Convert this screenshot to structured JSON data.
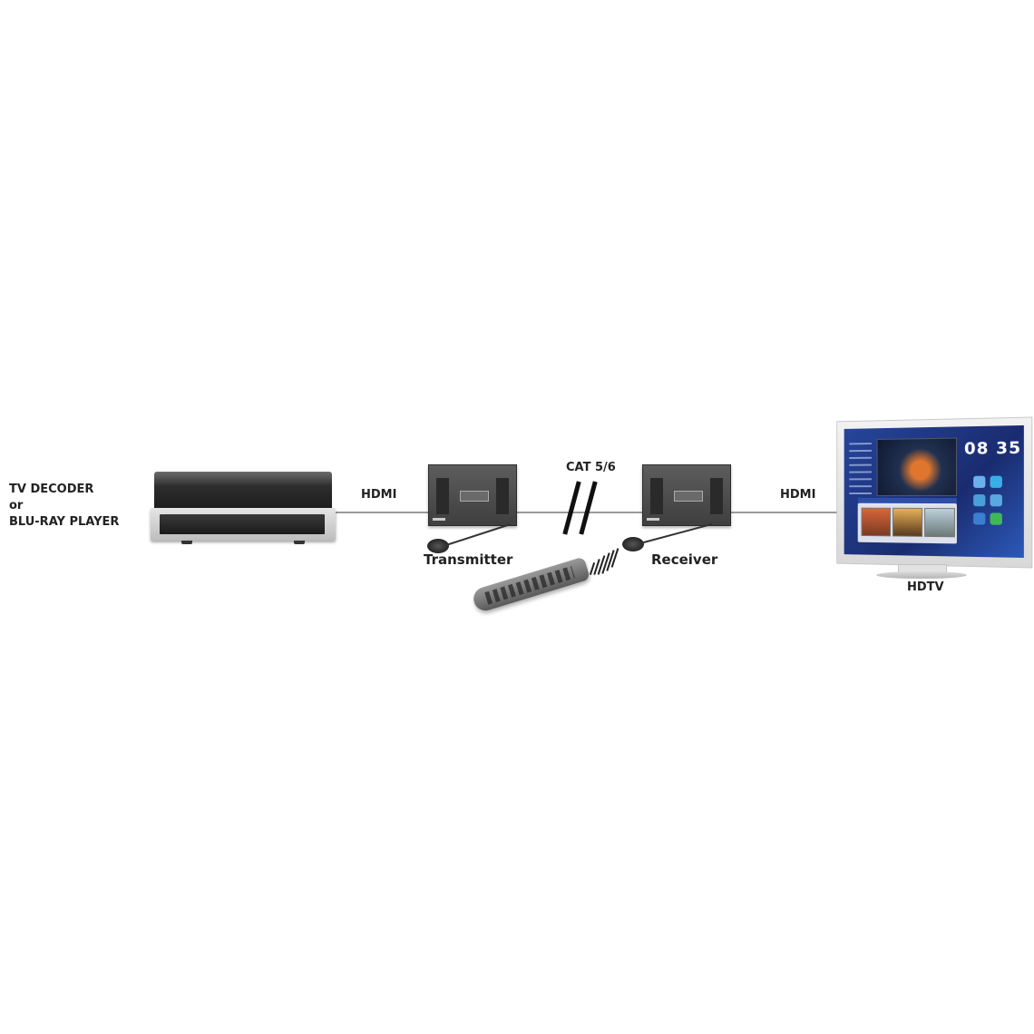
{
  "diagram": {
    "type": "connection-diagram",
    "source": {
      "label_line1": "TV DECODER",
      "label_line2": "or",
      "label_line3": "BLU-RAY PLAYER"
    },
    "connections": [
      {
        "label": "HDMI",
        "from": "source",
        "to": "transmitter"
      },
      {
        "label": "CAT 5/6",
        "from": "transmitter",
        "to": "receiver"
      },
      {
        "label": "HDMI",
        "from": "receiver",
        "to": "display"
      }
    ],
    "transmitter": {
      "label": "Transmitter"
    },
    "receiver": {
      "label": "Receiver"
    },
    "display": {
      "label": "HDTV",
      "screen_clock": "08 35"
    },
    "remote": {
      "icon": "remote-control-icon",
      "signal": "ir-waves-icon"
    }
  },
  "colors": {
    "background": "#ffffff",
    "line": "#9a9a9a",
    "text": "#222222",
    "device_dark": "#3f3f3f",
    "tv_screen": "#1f3a8a"
  }
}
